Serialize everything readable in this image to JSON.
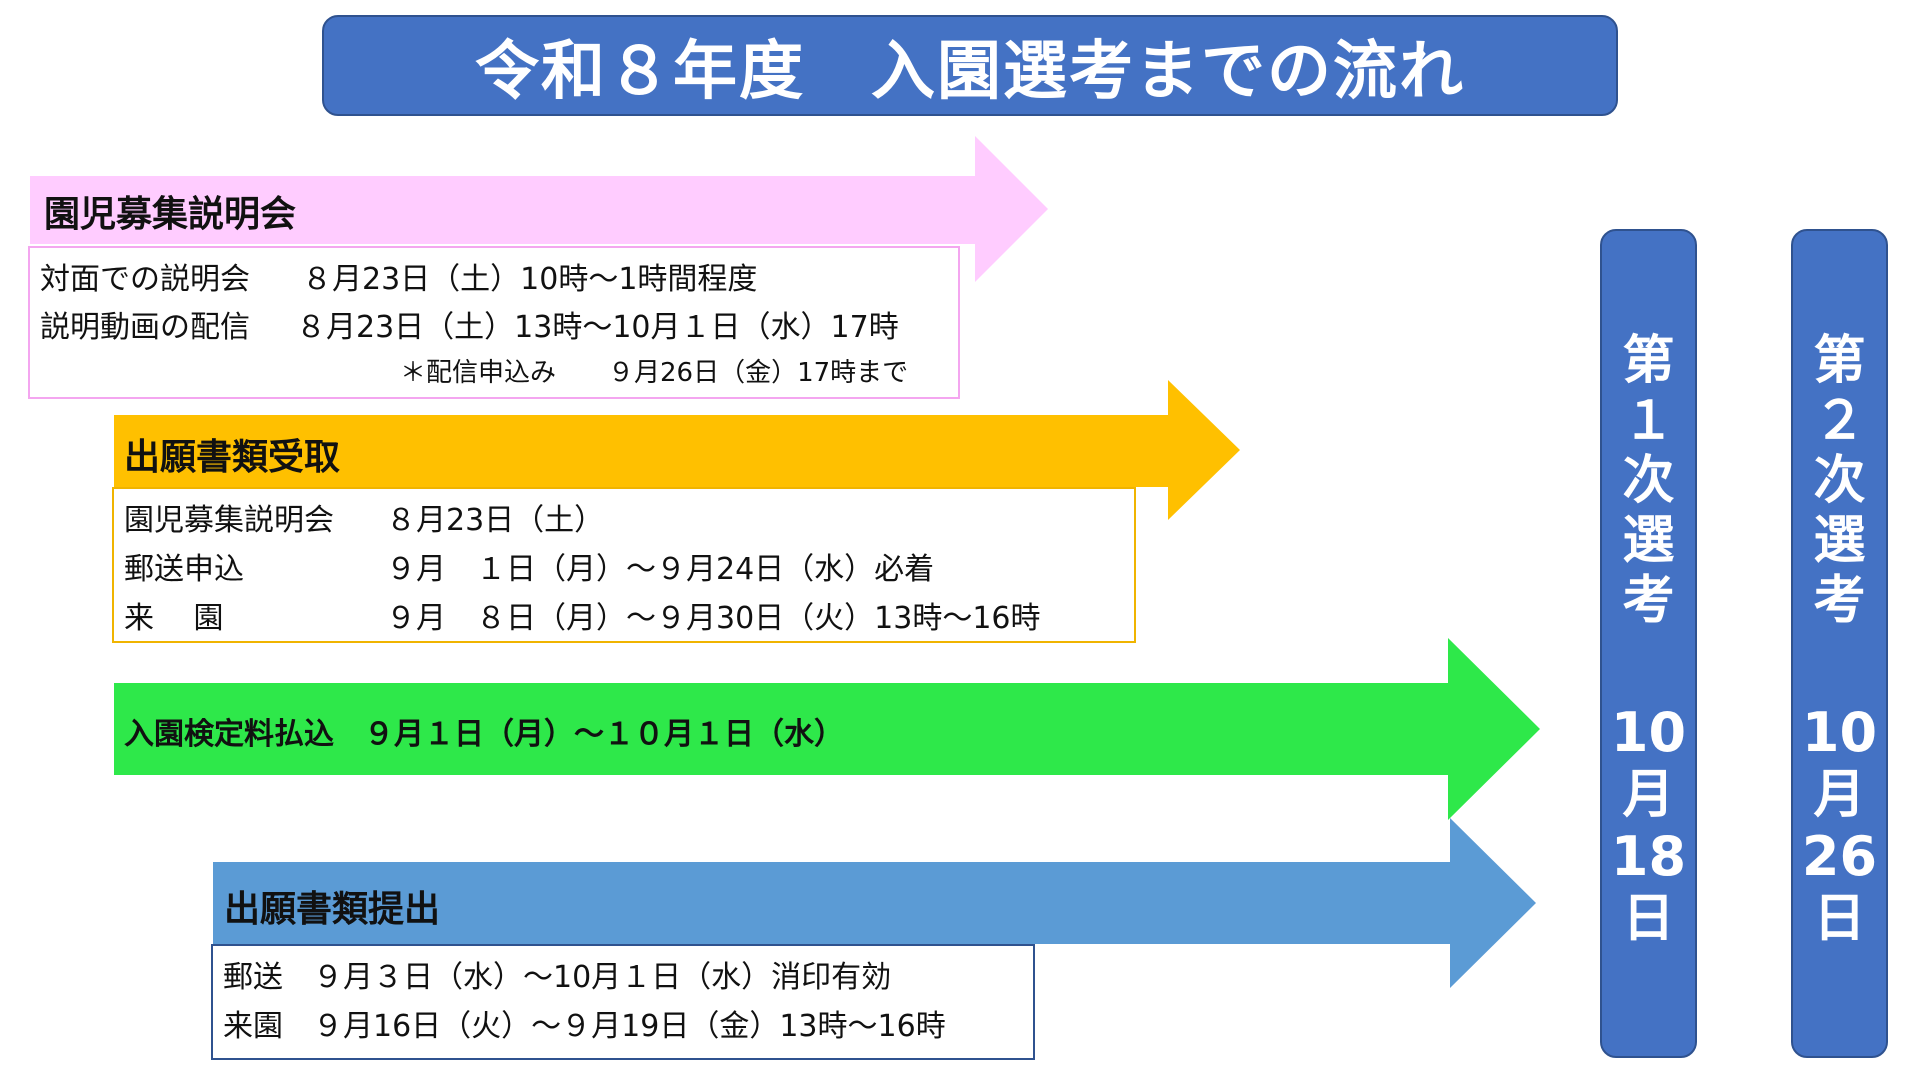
{
  "title": "令和８年度　入園選考までの流れ",
  "colors": {
    "title_bg": "#4472c4",
    "briefing_arrow": "#ffccff",
    "briefing_border": "#f4a6f0",
    "documents_arrow": "#ffc000",
    "documents_border": "#f0b400",
    "fee_arrow": "#2ee84a",
    "submission_arrow": "#5b9bd5",
    "submission_border": "#2f528f",
    "round_bg": "#4472c4"
  },
  "briefing": {
    "title": "園児募集説明会",
    "rows": [
      {
        "label": "対面での説明会",
        "value": "８月23日（土）10時～1時間程度"
      },
      {
        "label": "説明動画の配信",
        "value": "８月23日（土）13時～10月１日（水）17時"
      }
    ],
    "note": "＊配信申込み　　９月26日（金）17時まで"
  },
  "documents_pickup": {
    "title": "出願書類受取",
    "rows": [
      {
        "label": "園児募集説明会",
        "value": "８月23日（土）"
      },
      {
        "label": "郵送申込",
        "value": "９月　１日（月）～９月24日（水）必着"
      },
      {
        "label": "来　 園",
        "value": "９月　８日（月）～９月30日（火）13時～16時"
      }
    ]
  },
  "fee": {
    "text": "入園検定料払込　９月１日（月）～１０月１日（水）"
  },
  "submission": {
    "title": "出願書類提出",
    "rows": [
      {
        "label": "郵送",
        "value": "９月３日（水）～10月１日（水）消印有効"
      },
      {
        "label": "来園",
        "value": "９月16日（火）～９月19日（金）13時～16時"
      }
    ]
  },
  "rounds": [
    {
      "label": [
        "第",
        "１",
        "次",
        "選",
        "考"
      ],
      "date": [
        "10",
        "月",
        "18",
        "日"
      ]
    },
    {
      "label": [
        "第",
        "２",
        "次",
        "選",
        "考"
      ],
      "date": [
        "10",
        "月",
        "26",
        "日"
      ]
    }
  ]
}
